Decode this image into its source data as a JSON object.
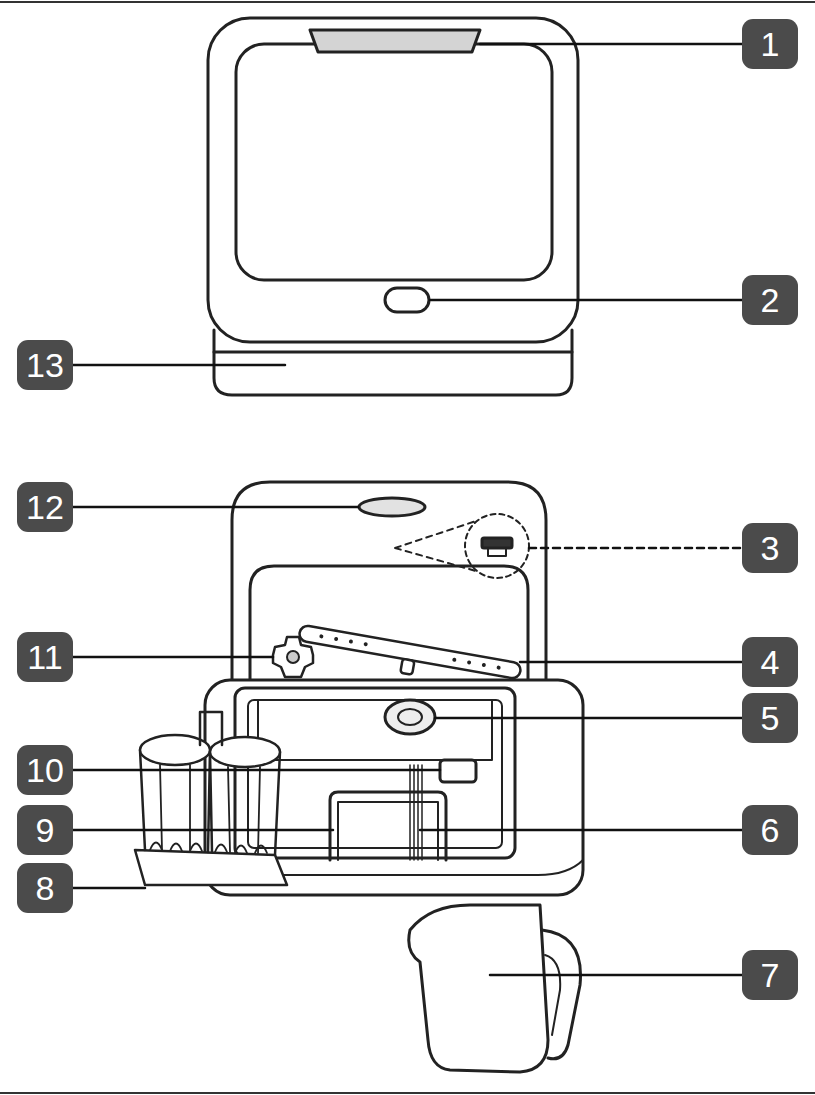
{
  "diagram": {
    "labels": [
      "1",
      "2",
      "13",
      "12",
      "3",
      "11",
      "4",
      "5",
      "10",
      "9",
      "6",
      "8",
      "7"
    ]
  }
}
